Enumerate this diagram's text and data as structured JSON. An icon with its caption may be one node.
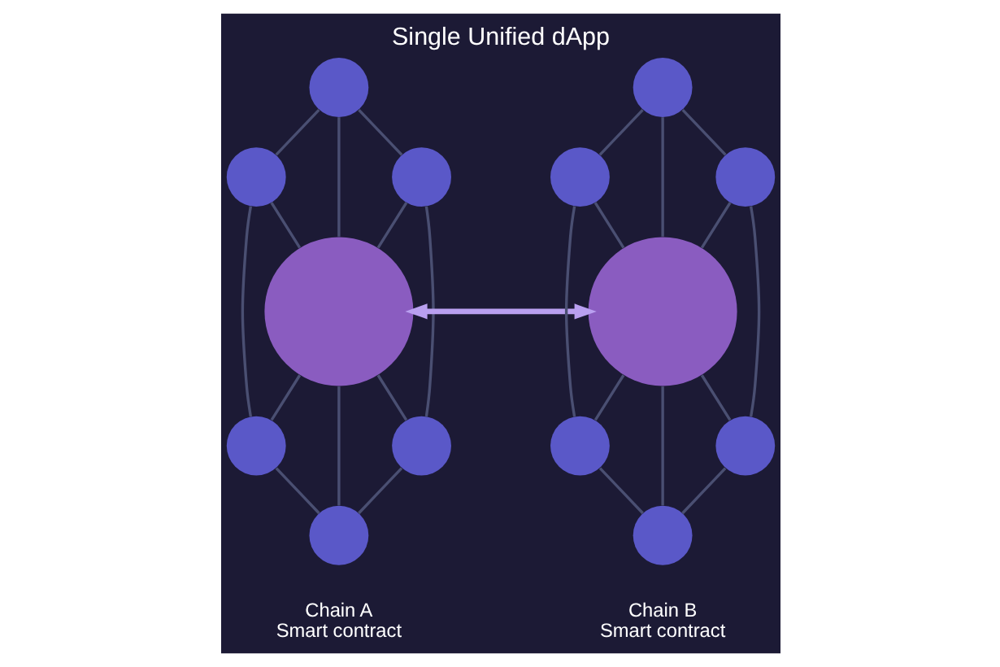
{
  "diagram": {
    "title": "Single Unified dApp",
    "nodes": [
      {
        "text": [],
        "shape": "circle"
      },
      {
        "text": [],
        "shape": "circle"
      },
      {
        "text": [],
        "shape": "circle"
      },
      {
        "text": [],
        "shape": "circle",
        "beside": [
          "Chain A",
          "Smart contract"
        ]
      },
      {
        "text": [],
        "shape": "circle"
      },
      {
        "text": [],
        "shape": "circle"
      },
      {
        "text": [],
        "shape": "circle"
      },
      {
        "text": [],
        "shape": "circle"
      },
      {
        "text": [],
        "shape": "circle"
      },
      {
        "text": [],
        "shape": "circle"
      },
      {
        "text": [],
        "shape": "circle",
        "beside": [
          "Chain B",
          "Smart contract"
        ]
      },
      {
        "text": [],
        "shape": "circle"
      },
      {
        "text": [],
        "shape": "circle"
      },
      {
        "text": [],
        "shape": "circle"
      }
    ],
    "edges": [
      {
        "from": 0,
        "to": 1,
        "arrow": "none"
      },
      {
        "from": 0,
        "to": 2,
        "arrow": "none"
      },
      {
        "from": 1,
        "to": 4,
        "arrow": "none"
      },
      {
        "from": 2,
        "to": 5,
        "arrow": "none"
      },
      {
        "from": 4,
        "to": 6,
        "arrow": "none"
      },
      {
        "from": 5,
        "to": 6,
        "arrow": "none"
      },
      {
        "from": 0,
        "to": 3,
        "arrow": "none"
      },
      {
        "from": 1,
        "to": 3,
        "arrow": "none"
      },
      {
        "from": 2,
        "to": 3,
        "arrow": "none"
      },
      {
        "from": 3,
        "to": 4,
        "arrow": "none"
      },
      {
        "from": 3,
        "to": 5,
        "arrow": "none"
      },
      {
        "from": 3,
        "to": 6,
        "arrow": "none"
      },
      {
        "from": 7,
        "to": 8,
        "arrow": "none"
      },
      {
        "from": 7,
        "to": 9,
        "arrow": "none"
      },
      {
        "from": 8,
        "to": 11,
        "arrow": "none"
      },
      {
        "from": 9,
        "to": 12,
        "arrow": "none"
      },
      {
        "from": 11,
        "to": 13,
        "arrow": "none"
      },
      {
        "from": 12,
        "to": 13,
        "arrow": "none"
      },
      {
        "from": 7,
        "to": 10,
        "arrow": "none"
      },
      {
        "from": 8,
        "to": 10,
        "arrow": "none"
      },
      {
        "from": 9,
        "to": 10,
        "arrow": "none"
      },
      {
        "from": 10,
        "to": 11,
        "arrow": "none"
      },
      {
        "from": 10,
        "to": 12,
        "arrow": "none"
      },
      {
        "from": 10,
        "to": 13,
        "arrow": "none"
      },
      {
        "from": 3,
        "to": 10,
        "arrow": "both",
        "style": "thick",
        "color": "#b9a0f0"
      }
    ]
  }
}
